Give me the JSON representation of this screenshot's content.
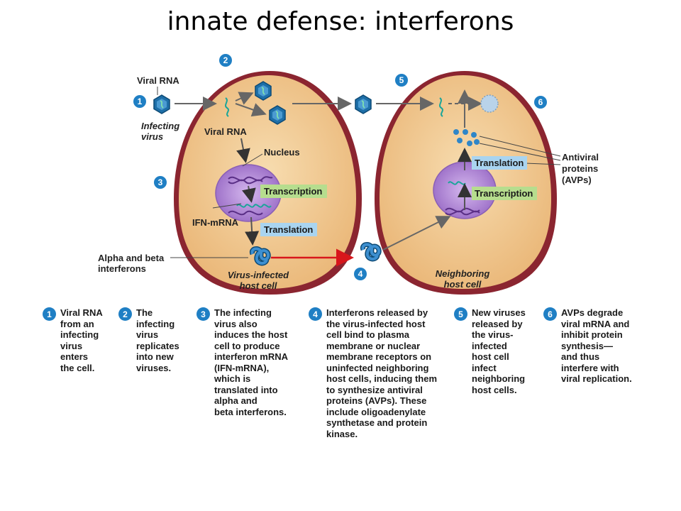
{
  "title": "innate defense: interferons",
  "labels": {
    "viral_rna_1": "Viral RNA",
    "infecting_virus_1": "Infecting",
    "infecting_virus_2": "virus",
    "viral_rna_2": "Viral RNA",
    "nucleus": "Nucleus",
    "transcription_1": "Transcription",
    "ifn_mrna": "IFN-mRNA",
    "translation_1": "Translation",
    "alpha_beta_1": "Alpha and beta",
    "alpha_beta_2": "interferons",
    "infected_cell_1": "Virus-infected",
    "infected_cell_2": "host cell",
    "neighbor_cell_1": "Neighboring",
    "neighbor_cell_2": "host cell",
    "translation_2": "Translation",
    "transcription_2": "Transcription",
    "avp_1": "Antiviral",
    "avp_2": "proteins",
    "avp_3": "(AVPs)"
  },
  "badges": [
    "1",
    "2",
    "3",
    "4",
    "5",
    "6"
  ],
  "steps": [
    {
      "num": "1",
      "text": "Viral RNA\nfrom an\ninfecting\nvirus\nenters\nthe cell."
    },
    {
      "num": "2",
      "text": "The\ninfecting\nvirus\nreplicates\ninto new\nviruses."
    },
    {
      "num": "3",
      "text": "The infecting\nvirus also\ninduces the host\ncell to produce\ninterferon mRNA\n(IFN-mRNA),\nwhich is\ntranslated into\nalpha and\nbeta interferons."
    },
    {
      "num": "4",
      "text": "Interferons released by\nthe virus-infected host\ncell bind to plasma\nmembrane or nuclear\nmembrane receptors on\nuninfected neighboring\nhost cells, inducing them\nto synthesize antiviral\nproteins (AVPs). These\ninclude oligoadenylate\nsynthetase and protein\nkinase."
    },
    {
      "num": "5",
      "text": "New viruses\nreleased by\nthe virus-\ninfected\nhost cell\ninfect\nneighboring\nhost cells."
    },
    {
      "num": "6",
      "text": "AVPs degrade\nviral mRNA and\ninhibit protein\nsynthesis—\nand thus\ninterfere with\nviral replication."
    }
  ],
  "colors": {
    "cytoplasm": "#f3c98f",
    "membrane": "#8b2530",
    "nucleus": "#b58fd6",
    "virus": "#1e6fa8",
    "badge": "#1f7fc4",
    "transcription_box": "#b6dd8e",
    "translation_box": "#a9d4f0",
    "interferon_arrow": "#d8161b"
  }
}
